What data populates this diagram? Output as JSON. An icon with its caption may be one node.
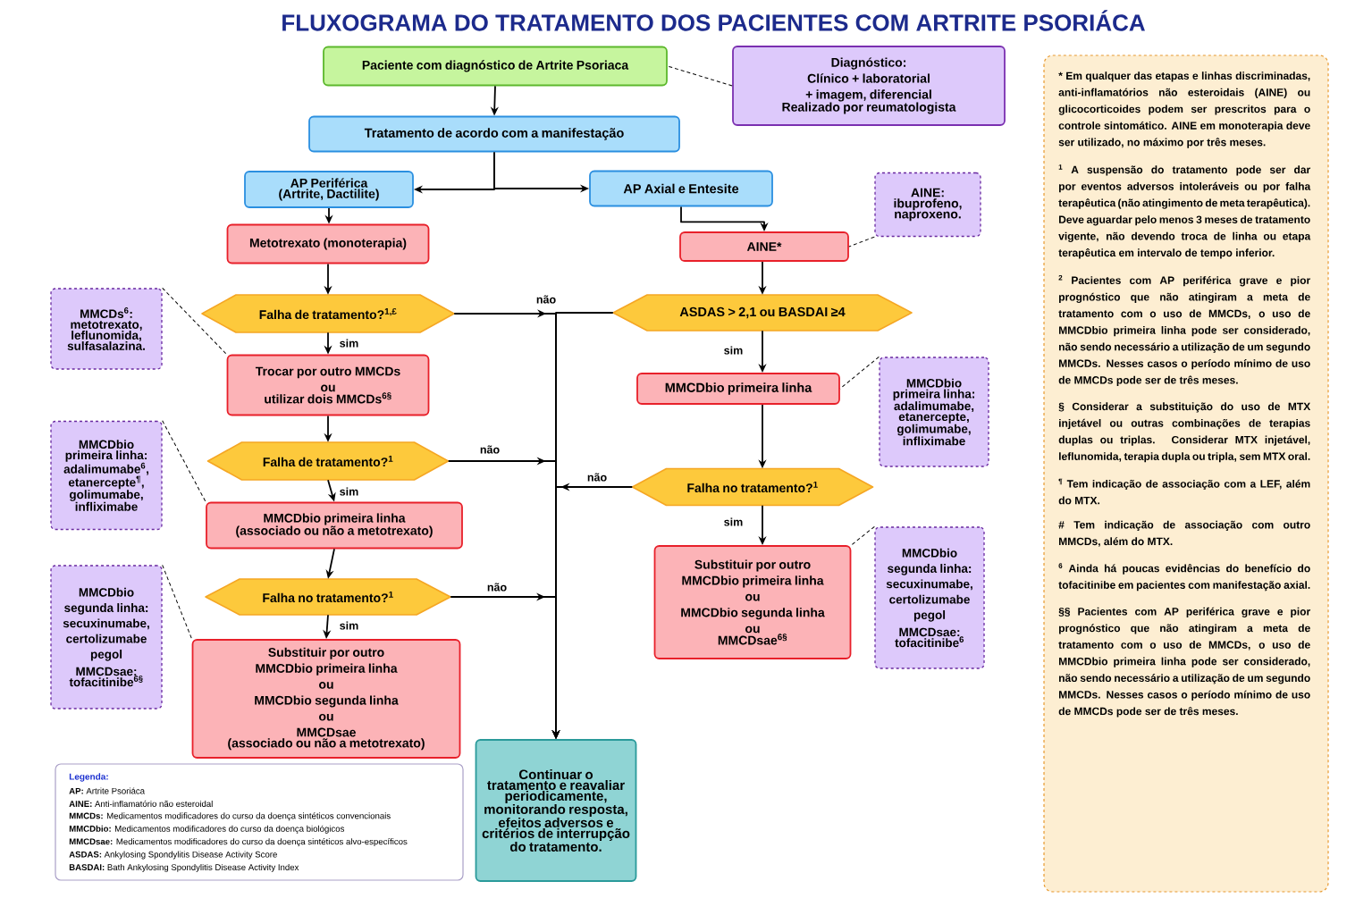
{
  "diagram": {
    "title": "FLUXOGRAMA DO TRATAMENTO DOS PACIENTES COM ARTRITE PSORIÁCA",
    "nodes": [
      {
        "text": [
          "Paciente com diagnóstico de Artrite Psoriaca"
        ]
      },
      {
        "text": [
          "Diagnóstico:",
          "Clínico + laboratorial + imagem, diferencial",
          "Realizado por reumatologista"
        ]
      },
      {
        "text": [
          "Tratamento de acordo com a manifestação"
        ]
      },
      {
        "text": [
          "AP Periférica (Artrite, Dactilite)"
        ]
      },
      {
        "text": [
          "AP Axial e Entesite"
        ]
      },
      {
        "text": [
          "Metotrexato (monoterapia)"
        ]
      },
      {
        "text": [
          "AINE*"
        ]
      },
      {
        "text": [
          "AINE: ibuprofeno, naproxeno."
        ]
      },
      {
        "text": [
          "MMCDs$^{6}$: metotrexato, leflunomida, sulfasalazina."
        ]
      },
      {
        "text": [
          "Falha de tratamento?$^{1,£}$"
        ]
      },
      {
        "text": [
          "ASDAS > 2,1 ou BASDAI ≥4"
        ]
      },
      {
        "text": [
          "Trocar por outro MMCDs",
          "ou",
          "utilizar dois MMCDs$^{6§}$"
        ]
      },
      {
        "text": [
          "MMCDbio primeira linha"
        ]
      },
      {
        "text": [
          "MMCDbio primeira linha: adalimumabe, etanercepte, golimumabe, infliximabe"
        ]
      },
      {
        "text": [
          "MMCDbio primeira linha: adalimumabe$^{6}$, etanercepte$^{¶}$, golimumabe, infliximabe"
        ]
      },
      {
        "text": [
          "Falha de tratamento?$^{1}$"
        ]
      },
      {
        "text": [
          "Falha no tratamento?$^{1}$"
        ]
      },
      {
        "text": [
          "MMCDbio primeira linha",
          "(associado ou não a metotrexato)"
        ]
      },
      {
        "text": [
          "MMCDbio segunda linha: secuxinumabe, certolizumabe pegol",
          "MMCDsae: tofacitinibe$^{6§}$"
        ]
      },
      {
        "text": [
          "Falha no tratamento?$^{1}$"
        ]
      },
      {
        "text": [
          "Substituir por outro",
          "MMCDbio primeira linha",
          "ou",
          "MMCDbio segunda linha",
          "ou",
          "MMCDsae$^{6§}$"
        ]
      },
      {
        "text": [
          "Substituir por outro",
          "MMCDbio primeira linha",
          "ou",
          "MMCDbio segunda linha",
          "ou",
          "MMCDsae",
          "(associado ou não a metotrexato)"
        ]
      },
      {
        "text": [
          "MMCDbio segunda linha: secuxinumabe, certolizumabe pegol",
          "MMCDsae: tofacitinibe$^{6}$"
        ]
      },
      {
        "text": [
          "Continuar o tratamento e reavaliar periodicamente, monitorando resposta, efeitos adversos e critérios de interrupção do tratamento."
        ]
      }
    ],
    "edges": [
      {
        "from": 0,
        "to": 2,
        "arrow": "to"
      },
      {
        "from": 1,
        "to": 0,
        "arrow": "none",
        "style": "dashed"
      },
      {
        "from": 2,
        "to": 3,
        "arrow": "to"
      },
      {
        "from": 2,
        "to": 4,
        "arrow": "to"
      },
      {
        "from": 3,
        "to": 5,
        "arrow": "to"
      },
      {
        "from": 4,
        "to": 6,
        "arrow": "to"
      },
      {
        "from": 7,
        "to": 6,
        "arrow": "none",
        "style": "dashed"
      },
      {
        "from": 5,
        "to": 9,
        "arrow": "to"
      },
      {
        "from": 6,
        "to": 10,
        "arrow": "to"
      },
      {
        "from": 8,
        "to": 11,
        "arrow": "none",
        "style": "dashed"
      },
      {
        "from": 9,
        "to": 11,
        "arrow": "to",
        "label": "sim"
      },
      {
        "from": 9,
        "to": 23,
        "arrow": "to",
        "label": "não"
      },
      {
        "from": 10,
        "to": 12,
        "arrow": "to",
        "label": "sim"
      },
      {
        "from": 10,
        "to": 23,
        "arrow": "to"
      },
      {
        "from": 11,
        "to": 15,
        "arrow": "to"
      },
      {
        "from": 13,
        "to": 12,
        "arrow": "none",
        "style": "dashed"
      },
      {
        "from": 12,
        "to": 16,
        "arrow": "to"
      },
      {
        "from": 14,
        "to": 17,
        "arrow": "none",
        "style": "dashed"
      },
      {
        "from": 15,
        "to": 17,
        "arrow": "to",
        "label": "sim"
      },
      {
        "from": 15,
        "to": 23,
        "arrow": "to",
        "label": "não"
      },
      {
        "from": 16,
        "to": 20,
        "arrow": "to",
        "label": "sim"
      },
      {
        "from": 16,
        "to": 23,
        "arrow": "to",
        "label": "não"
      },
      {
        "from": 17,
        "to": 19,
        "arrow": "to"
      },
      {
        "from": 18,
        "to": 21,
        "arrow": "none",
        "style": "dashed"
      },
      {
        "from": 19,
        "to": 21,
        "arrow": "to",
        "label": "sim"
      },
      {
        "from": 19,
        "to": 23,
        "arrow": "to",
        "label": "não"
      },
      {
        "from": 22,
        "to": 20,
        "arrow": "none",
        "style": "dashed"
      }
    ],
    "labels": [
      "Legenda:",
      "* Em qualquer das etapas e linhas discriminadas, anti-inflamatórios não esteroidais (AINE) ou glicocorticoides podem ser prescritos para o controle sintomático. AINE em monoterapia deve ser utilizado, no máximo por três meses.",
      "$^{1}$ A suspensão do tratamento pode ser dar por eventos adversos intoleráveis ou por falha terapêutica (não atingimento de meta terapêutica). Deve aguardar pelo menos 3 meses de tratamento vigente, não devendo troca de linha ou etapa terapêutica em intervalo de tempo inferior.",
      "$^{2}$ Pacientes com AP periférica grave e pior prognóstico que não atingiram a meta de tratamento com o uso de MMCDs, o uso de MMCDbio primeira linha pode ser considerado, não sendo necessário a utilização de um segundo MMCDs. Nesses casos o período mínimo de uso de MMCDs pode ser de três meses.",
      "§ Considerar a substituição do uso de MTX injetável ou outras combinações de terapias duplas ou triplas. Considerar MTX injetável, leflunomida, terapia dupla ou tripla, sem MTX oral.",
      "$^{¶}$ Tem indicação de associação com a LEF, além do MTX.",
      "# Tem indicação de associação com outro MMCDs, além do MTX.",
      "$^{6}$ Ainda há poucas evidências do benefício do tofacitinibe em pacientes com manifestação axial.",
      "§§ Pacientes com AP periférica grave e pior prognóstico que não atingiram a meta de tratamento com o uso de MMCDs, o uso de MMCDbio primeira linha pode ser considerado, não sendo necessário a utilização de um segundo MMCDs. Nesses casos o período mínimo de uso de MMCDs pode ser de três meses."
    ],
    "legend": [
      {
        "text": "**AP:** Artrite Psoriáca"
      },
      {
        "text": "**AINE:** Anti-inflamatório não esteroidal"
      },
      {
        "text": "**MMCDs:** Medicamentos modificadores do curso da doença sintéticos convencionais"
      },
      {
        "text": "**MMCDbio:** Medicamentos modificadores do curso da doença biológicos"
      },
      {
        "text": "**MMCDsae:** Medicamentos modificadores do curso da doença sintéticos alvo-específicos"
      },
      {
        "text": "**ASDAS:** Ankylosing Spondylitis Disease Activity Score"
      },
      {
        "text": "**BASDAI:** Bath Ankylosing Spondylitis Disease Activity Index"
      }
    ]
  }
}
